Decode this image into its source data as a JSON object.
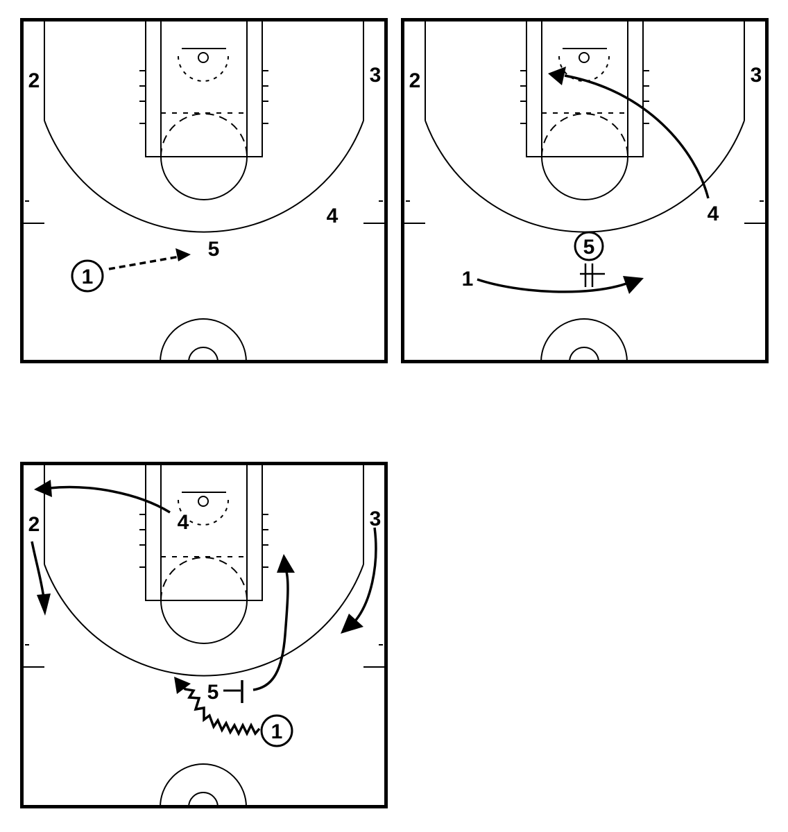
{
  "diagrams": [
    {
      "players": [
        {
          "label": "2"
        },
        {
          "label": "3"
        },
        {
          "label": "4"
        },
        {
          "label": "5"
        },
        {
          "label": "1",
          "has_ball": true
        }
      ],
      "actions": [
        {
          "type": "pass",
          "from": "1",
          "to": "5"
        }
      ]
    },
    {
      "players": [
        {
          "label": "2"
        },
        {
          "label": "3"
        },
        {
          "label": "4"
        },
        {
          "label": "5",
          "has_ball": true
        },
        {
          "label": "1"
        }
      ],
      "actions": [
        {
          "type": "cut",
          "player": "4"
        },
        {
          "type": "cut",
          "player": "1"
        },
        {
          "type": "handoff",
          "player": "5"
        }
      ]
    },
    {
      "players": [
        {
          "label": "2"
        },
        {
          "label": "3"
        },
        {
          "label": "4"
        },
        {
          "label": "5"
        },
        {
          "label": "1",
          "has_ball": true
        }
      ],
      "actions": [
        {
          "type": "cut",
          "player": "4"
        },
        {
          "type": "cut",
          "player": "2"
        },
        {
          "type": "cut",
          "player": "3"
        },
        {
          "type": "screen",
          "player": "5"
        },
        {
          "type": "roll",
          "player": "5"
        },
        {
          "type": "dribble",
          "player": "1"
        }
      ]
    }
  ]
}
